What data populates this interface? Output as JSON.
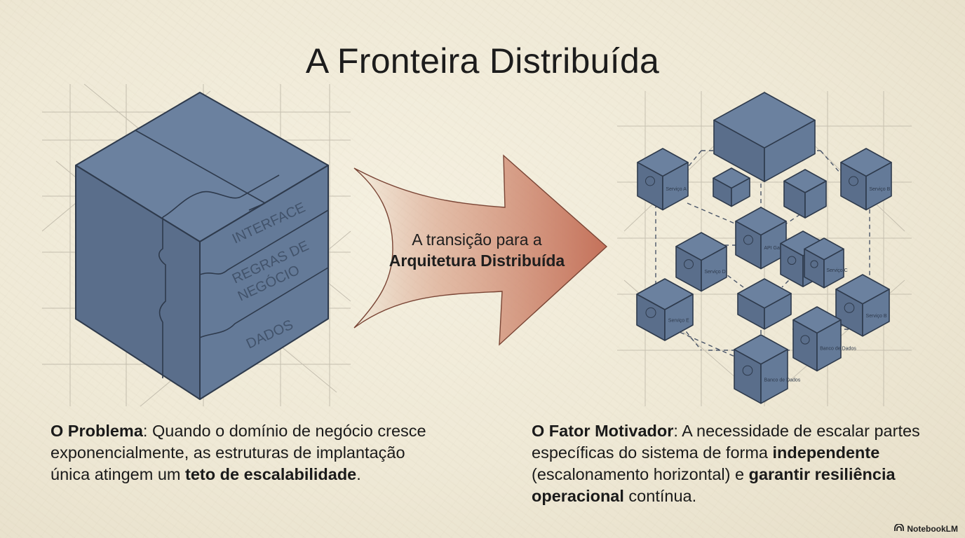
{
  "title": "A Fronteira Distribuída",
  "monolith": {
    "layers": [
      "INTERFACE",
      "REGRAS DE",
      "NEGÓCIO",
      "DADOS"
    ]
  },
  "arrow": {
    "line1": "A transição para a",
    "line2": "Arquitetura Distribuída"
  },
  "services": {
    "labels": [
      "Serviço A",
      "Serviço B",
      "API Gateway",
      "Serviço D",
      "Serviço B",
      "Serviço C",
      "Serviço E",
      "Banco de Dados",
      "Banco de Dados",
      "Serviço B"
    ]
  },
  "left_caption": {
    "lead": "O Problema",
    "text1": ": Quando o domínio de negócio cresce exponencialmente, as estruturas de implantação única atingem um ",
    "bold": "teto de escalabilidade",
    "text2": "."
  },
  "right_caption": {
    "lead": "O Fator Motivador",
    "text1": ": A necessidade de escalar partes específicas do sistema de forma ",
    "bold1": "independente",
    "text2": " (escalonamento horizontal) e ",
    "bold2": "garantir resiliência operacional",
    "text3": " contínua."
  },
  "badge": "NotebookLM",
  "colors": {
    "cube_top": "#6b819f",
    "cube_left": "#5a6e8b",
    "cube_right": "#647a98",
    "edge": "#2e3a4c",
    "arrow": "#c97a63",
    "background": "#f1ecdc"
  }
}
